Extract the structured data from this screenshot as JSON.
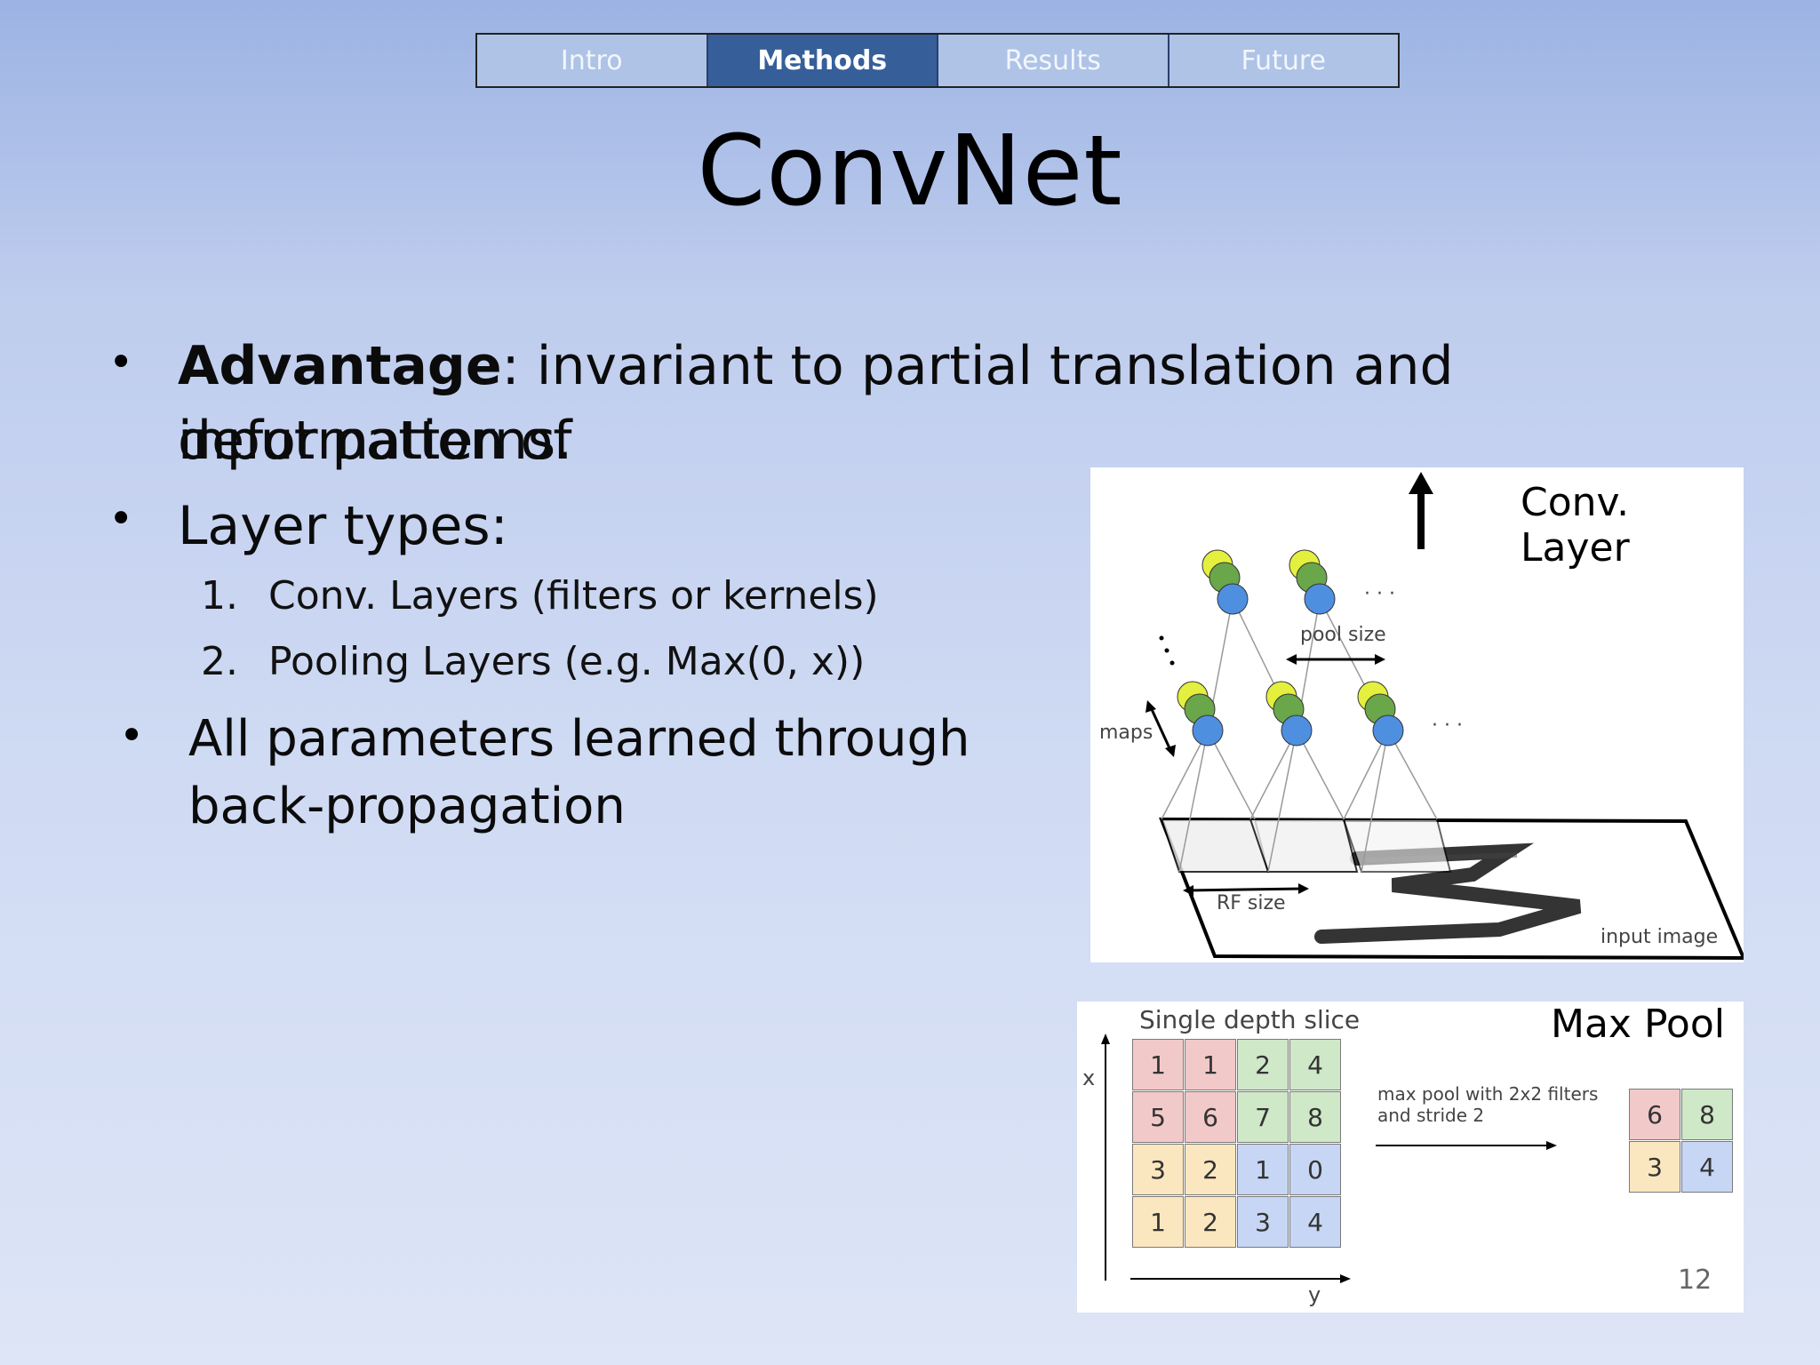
{
  "nav": {
    "tabs": [
      {
        "label": "Intro",
        "active": false
      },
      {
        "label": "Methods",
        "active": true
      },
      {
        "label": "Results",
        "active": false
      },
      {
        "label": "Future",
        "active": false
      }
    ]
  },
  "slide": {
    "title": "ConvNet",
    "advantage_label": "Advantage",
    "advantage_text": ": invariant to partial translation and deformation of",
    "advantage_text_2": "input patterns.",
    "layer_types": "Layer types:",
    "items": [
      {
        "num": "1.",
        "text": "Conv. Layers (filters or kernels)"
      },
      {
        "num": "2.",
        "text": "Pooling Layers (e.g. Max(0, x))"
      }
    ],
    "params_line_1": "All parameters learned through",
    "params_line_2": "back-propagation",
    "page_number": "12"
  },
  "conv_figure": {
    "label": "Conv. Layer",
    "pool_size": "pool size",
    "maps": "maps",
    "rf_size": "RF size",
    "input_image": "input image",
    "ellipsis": "· · ·"
  },
  "maxpool_figure": {
    "label": "Max Pool",
    "slice_title": "Single depth slice",
    "x_axis": "x",
    "y_axis": "y",
    "op_line_1": "max pool with 2x2 filters",
    "op_line_2": "and stride 2",
    "grid": [
      [
        "1",
        "1",
        "2",
        "4"
      ],
      [
        "5",
        "6",
        "7",
        "8"
      ],
      [
        "3",
        "2",
        "1",
        "0"
      ],
      [
        "1",
        "2",
        "3",
        "4"
      ]
    ],
    "result": [
      [
        "6",
        "8"
      ],
      [
        "3",
        "4"
      ]
    ],
    "colors": {
      "red": "#f2c9c9",
      "green": "#cfe8c8",
      "yellow": "#fbe7bf",
      "blue": "#c7d6f4"
    }
  }
}
